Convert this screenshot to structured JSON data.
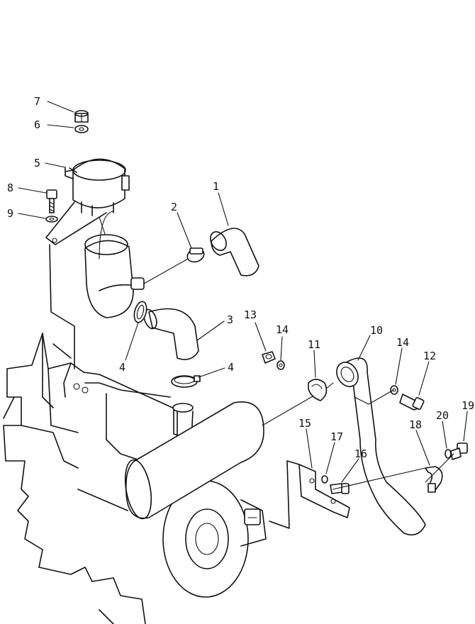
{
  "callouts": [
    {
      "id": "c7",
      "label": "7"
    },
    {
      "id": "c6",
      "label": "6"
    },
    {
      "id": "c5",
      "label": "5"
    },
    {
      "id": "c8",
      "label": "8"
    },
    {
      "id": "c9",
      "label": "9"
    },
    {
      "id": "c1",
      "label": "1"
    },
    {
      "id": "c2",
      "label": "2"
    },
    {
      "id": "c3",
      "label": "3"
    },
    {
      "id": "c4a",
      "label": "4"
    },
    {
      "id": "c4b",
      "label": "4"
    },
    {
      "id": "c13",
      "label": "13"
    },
    {
      "id": "c14a",
      "label": "14"
    },
    {
      "id": "c11",
      "label": "11"
    },
    {
      "id": "c10",
      "label": "10"
    },
    {
      "id": "c14b",
      "label": "14"
    },
    {
      "id": "c12",
      "label": "12"
    },
    {
      "id": "c19",
      "label": "19"
    },
    {
      "id": "c20",
      "label": "20"
    },
    {
      "id": "c18",
      "label": "18"
    },
    {
      "id": "c15",
      "label": "15"
    },
    {
      "id": "c17",
      "label": "17"
    },
    {
      "id": "c16",
      "label": "16"
    }
  ]
}
